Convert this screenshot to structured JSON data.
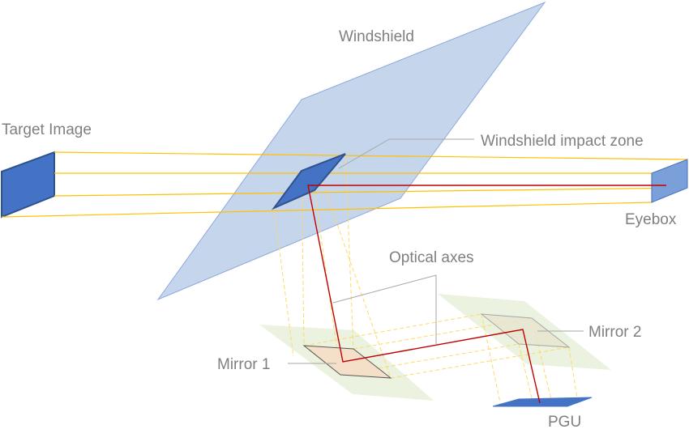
{
  "labels": {
    "windshield": "Windshield",
    "target_image": "Target Image",
    "impact_zone": "Windshield impact zone",
    "eyebox": "Eyebox",
    "optical_axes": "Optical axes",
    "mirror1": "Mirror 1",
    "mirror2": "Mirror 2",
    "pgu": "PGU"
  },
  "colors": {
    "windshield": "#c5d5ec",
    "element_blue": "#4472c4",
    "eyebox": "#7b9fd8",
    "mirror_plane": "#ebf3e0",
    "mirror1": "#f4dfc8",
    "mirror2": "#e8e4cf",
    "ray": "#ffc000",
    "optical_axis": "#c00000",
    "label": "#7f7f7f"
  }
}
